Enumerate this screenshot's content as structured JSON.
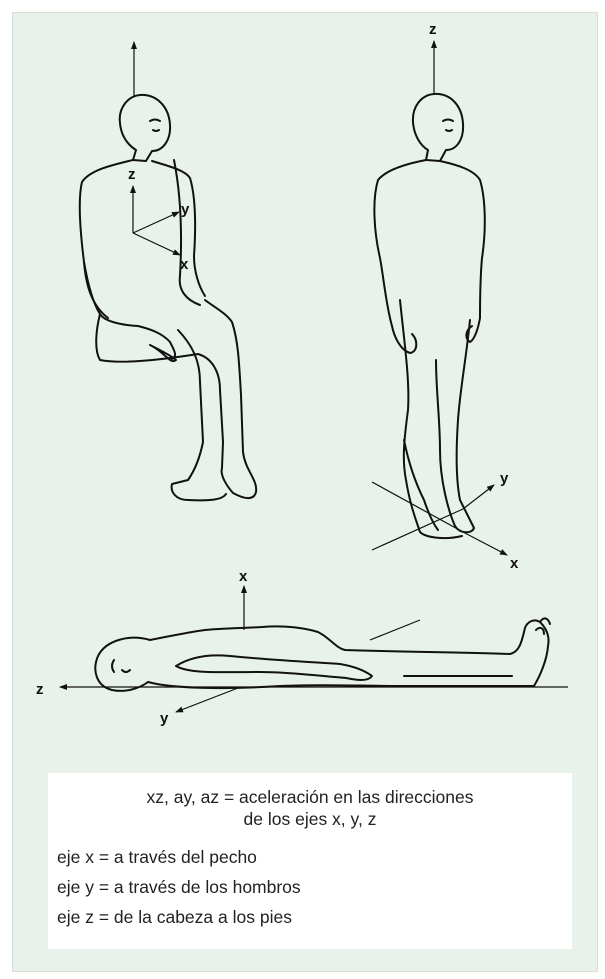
{
  "axes": {
    "seated": {
      "z": "z",
      "y": "y",
      "x": "x"
    },
    "standing": {
      "z": "z",
      "y": "y",
      "x": "x"
    },
    "lying": {
      "x": "x",
      "z": "z",
      "y": "y"
    }
  },
  "legend": {
    "title_line1": "xz, ay, az =  aceleración en las direcciones",
    "title_line2": "de los ejes x, y, z",
    "items": [
      "eje x = a través del pecho",
      "eje y = a través de los hombros",
      "eje z = de la cabeza a los pies"
    ]
  },
  "colors": {
    "panel": "#e9f1eb",
    "legend_bg": "#ffffff",
    "line": "#111111"
  }
}
